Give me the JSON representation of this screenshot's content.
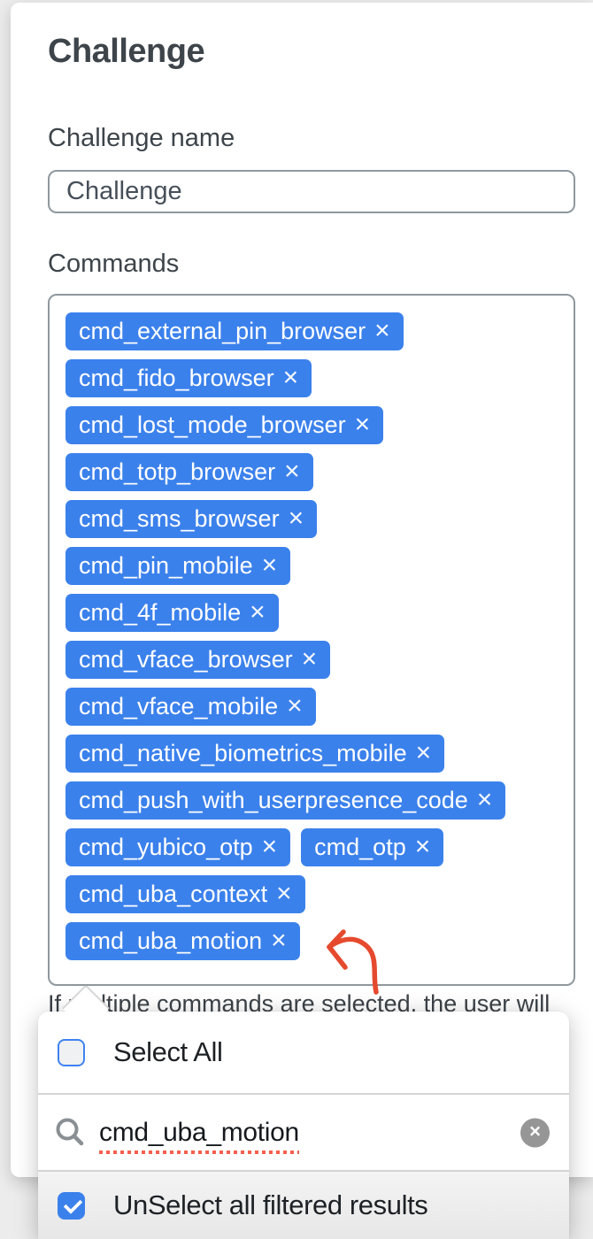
{
  "header": {
    "title": "Challenge"
  },
  "form": {
    "challenge_name": {
      "label": "Challenge name",
      "value": "Challenge"
    },
    "commands": {
      "label": "Commands",
      "remove_icon": "×",
      "chip_rows": [
        [
          "cmd_external_pin_browser"
        ],
        [
          "cmd_fido_browser"
        ],
        [
          "cmd_lost_mode_browser"
        ],
        [
          "cmd_totp_browser"
        ],
        [
          "cmd_sms_browser"
        ],
        [
          "cmd_pin_mobile"
        ],
        [
          "cmd_4f_mobile"
        ],
        [
          "cmd_vface_browser"
        ],
        [
          "cmd_vface_mobile"
        ],
        [
          "cmd_native_biometrics_mobile"
        ],
        [
          "cmd_push_with_userpresence_code"
        ],
        [
          "cmd_yubico_otp",
          "cmd_otp"
        ],
        [
          "cmd_uba_context"
        ],
        [
          "cmd_uba_motion"
        ]
      ]
    },
    "helper_text_visible": "If multiple commands are selected, the user will"
  },
  "dropdown": {
    "select_all": {
      "label": "Select All",
      "checked": false
    },
    "search": {
      "value": "cmd_uba_motion",
      "clear_icon": "×",
      "spellcheck_underline": true
    },
    "unselect_filtered": {
      "label": "UnSelect all filtered results",
      "checked": true
    }
  },
  "annotation_arrow": {
    "points_at": "cmd_uba_motion",
    "color": "#e64a2e"
  },
  "colors": {
    "chip_blue": "#3b81ec",
    "checkbox_blue": "#3b81ec",
    "border_gray": "#8f989e",
    "text_dark": "#3d444a",
    "spellcheck_red": "#f4604d",
    "page_background": "#ececec"
  }
}
